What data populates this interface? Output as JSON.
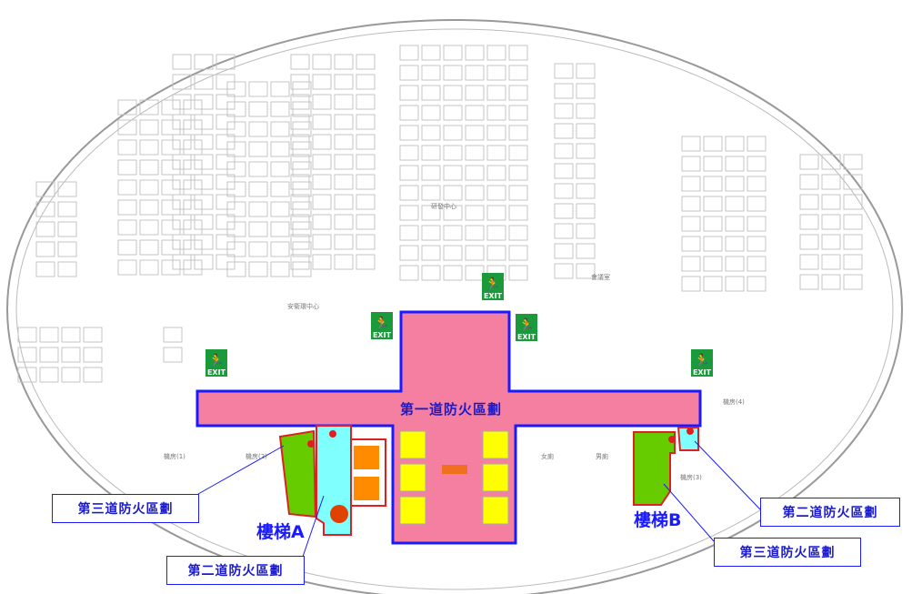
{
  "title": "",
  "zones": {
    "first": "第一道防火區劃",
    "second_left": "第二道防火區劃",
    "second_right": "第二道防火區劃",
    "third_left": "第三道防火區劃",
    "third_right": "第三道防火區劃"
  },
  "stairs": {
    "a": "樓梯A",
    "b": "樓梯B"
  },
  "exit_label": "EXIT",
  "rooms": {
    "rd": "研發中心",
    "safety": "安衛環中心",
    "m1": "機房(1)",
    "m2": "機房(2)",
    "m3": "機房(3)",
    "m4": "機房(4)",
    "female": "女廁",
    "male": "男廁",
    "meeting": "會議室"
  },
  "colors": {
    "first_zone": "#f47fa0",
    "border_blue": "#1a1aff",
    "stair_green": "#66cc00",
    "lobby_cyan": "#80ffff",
    "elevator_yellow": "#ffff00",
    "label_orange": "#f07020",
    "exit_green": "#1a9a3a"
  }
}
